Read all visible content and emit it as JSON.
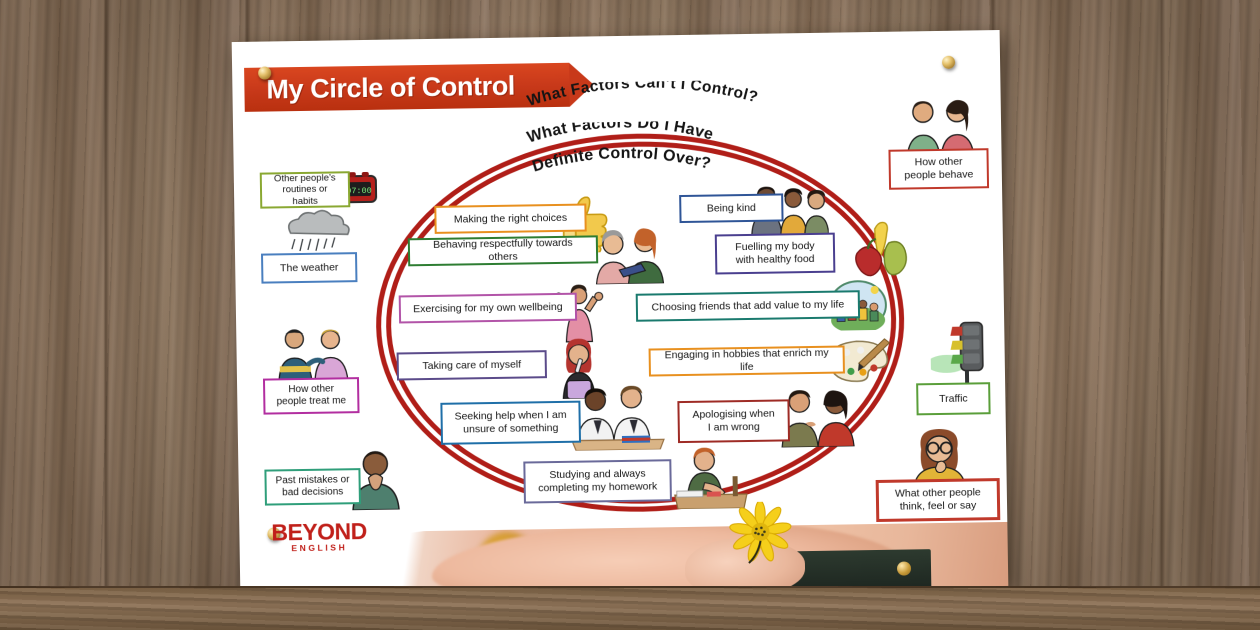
{
  "poster": {
    "title": "My Circle of Control",
    "brand": {
      "name": "BEYOND",
      "sub": "ENGLISH"
    },
    "headings": {
      "outer": "What Factors Can’t I Control?",
      "inner_line1": "What Factors Do I Have",
      "inner_line2": "Definite Control Over?"
    },
    "colors": {
      "banner": "#c8391a",
      "ellipse": "#b01e18",
      "brand": "#c0201a",
      "background_wood": "#8d7257"
    }
  },
  "inside_circle": [
    {
      "label": "Making the right choices",
      "border": "#e8901f",
      "icon": "thumbs-up-icon"
    },
    {
      "label": "Being kind",
      "border": "#2f5597",
      "icon": "group-of-people-icon"
    },
    {
      "label": "Behaving respectfully towards others",
      "border": "#2e7d32",
      "icon": "two-people-reading-icon"
    },
    {
      "label": "Fuelling my body\nwith healthy food",
      "border": "#4a3f8f",
      "icon": "fruit-icon"
    },
    {
      "label": "Exercising for my own wellbeing",
      "border": "#b254a8",
      "icon": "woman-exercising-icon"
    },
    {
      "label": "Choosing friends that add value to my life",
      "border": "#1a7a6e",
      "icon": "friends-circle-icon"
    },
    {
      "label": "Taking care of myself",
      "border": "#5b4b8a",
      "icon": "woman-brushing-teeth-icon"
    },
    {
      "label": "Engaging in hobbies that enrich my life",
      "border": "#e8901f",
      "icon": "paint-palette-icon"
    },
    {
      "label": "Seeking help when I am\nunsure of something",
      "border": "#1f6fa8",
      "icon": "students-studying-icon"
    },
    {
      "label": "Apologising when\nI am wrong",
      "border": "#9e2b25",
      "icon": "two-people-talking-icon"
    },
    {
      "label": "Studying and always\ncompleting my homework",
      "border": "#6a6a9a",
      "icon": "boy-at-desk-icon"
    }
  ],
  "outside_circle": [
    {
      "label": "Other people’s\nroutines or habits",
      "border": "#8aa832",
      "icon": "alarm-clock-icon"
    },
    {
      "label": "The weather",
      "border": "#4a7fbf",
      "icon": "rain-cloud-icon"
    },
    {
      "label": "How other\npeople treat me",
      "border": "#b22ea0",
      "icon": "couple-arguing-icon"
    },
    {
      "label": "Past mistakes or\nbad decisions",
      "border": "#2f9e7a",
      "icon": "worried-person-icon"
    },
    {
      "label": "How other\npeople behave",
      "border": "#c0392b",
      "icon": "two-teens-icon"
    },
    {
      "label": "Traffic",
      "border": "#5a9e3a",
      "icon": "traffic-light-icon"
    },
    {
      "label": "What other people\nthink, feel or say",
      "border": "#c0392b",
      "icon": "thinking-girl-icon"
    }
  ],
  "clock_display": "07:00"
}
